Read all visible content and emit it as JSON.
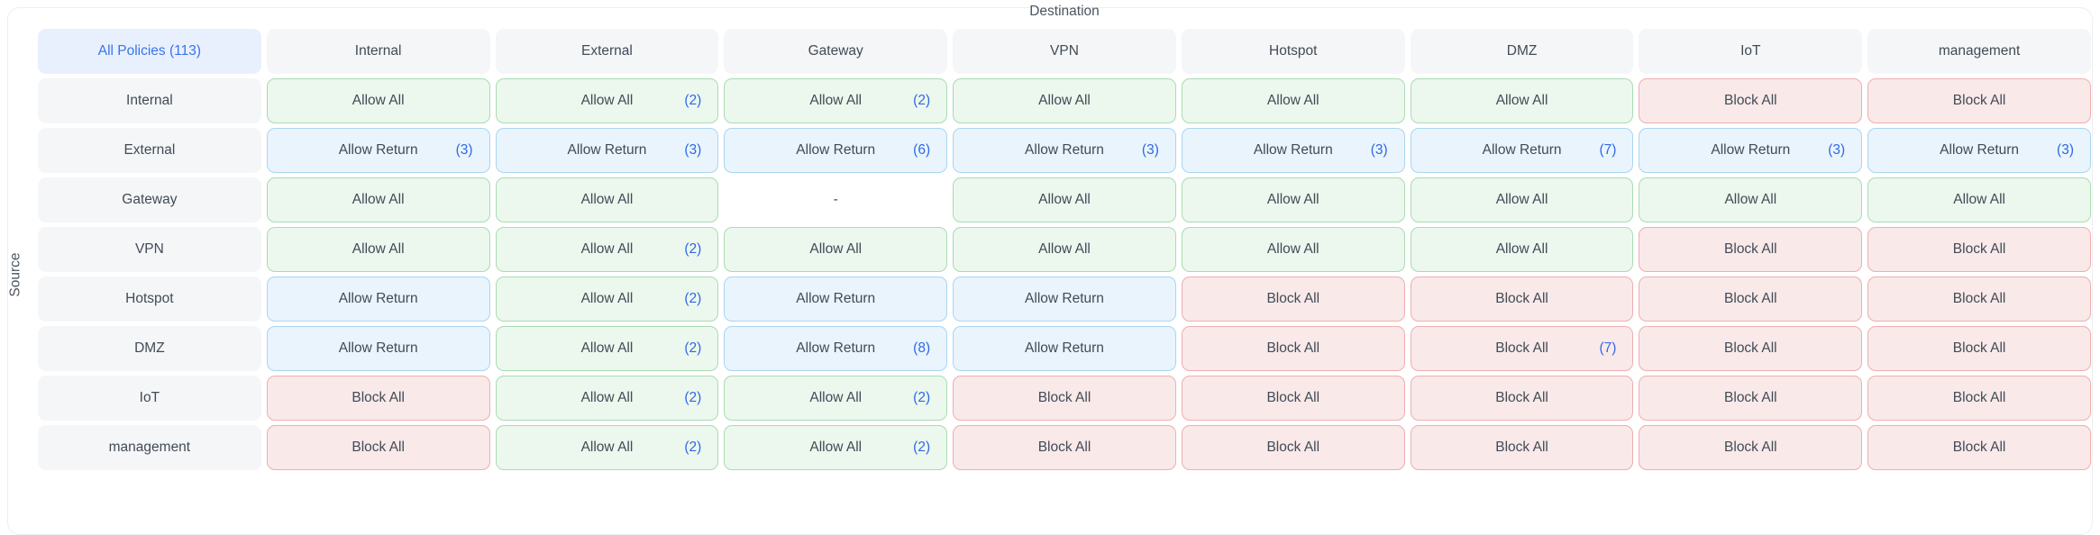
{
  "matrix": {
    "destination_label": "Destination",
    "source_label": "Source",
    "corner_label": "All Policies (113)",
    "columns": [
      "Internal",
      "External",
      "Gateway",
      "VPN",
      "Hotspot",
      "DMZ",
      "IoT",
      "management"
    ],
    "rows": [
      {
        "label": "Internal",
        "cells": [
          {
            "text": "Allow All",
            "count": "",
            "type": "allow"
          },
          {
            "text": "Allow All",
            "count": "(2)",
            "type": "allow"
          },
          {
            "text": "Allow All",
            "count": "(2)",
            "type": "allow"
          },
          {
            "text": "Allow All",
            "count": "",
            "type": "allow"
          },
          {
            "text": "Allow All",
            "count": "",
            "type": "allow"
          },
          {
            "text": "Allow All",
            "count": "",
            "type": "allow"
          },
          {
            "text": "Block All",
            "count": "",
            "type": "block"
          },
          {
            "text": "Block All",
            "count": "",
            "type": "block"
          }
        ]
      },
      {
        "label": "External",
        "cells": [
          {
            "text": "Allow Return",
            "count": "(3)",
            "type": "return"
          },
          {
            "text": "Allow Return",
            "count": "(3)",
            "type": "return"
          },
          {
            "text": "Allow Return",
            "count": "(6)",
            "type": "return"
          },
          {
            "text": "Allow Return",
            "count": "(3)",
            "type": "return"
          },
          {
            "text": "Allow Return",
            "count": "(3)",
            "type": "return"
          },
          {
            "text": "Allow Return",
            "count": "(7)",
            "type": "return"
          },
          {
            "text": "Allow Return",
            "count": "(3)",
            "type": "return"
          },
          {
            "text": "Allow Return",
            "count": "(3)",
            "type": "return"
          }
        ]
      },
      {
        "label": "Gateway",
        "cells": [
          {
            "text": "Allow All",
            "count": "",
            "type": "allow"
          },
          {
            "text": "Allow All",
            "count": "",
            "type": "allow"
          },
          {
            "text": "-",
            "count": "",
            "type": "none"
          },
          {
            "text": "Allow All",
            "count": "",
            "type": "allow"
          },
          {
            "text": "Allow All",
            "count": "",
            "type": "allow"
          },
          {
            "text": "Allow All",
            "count": "",
            "type": "allow"
          },
          {
            "text": "Allow All",
            "count": "",
            "type": "allow"
          },
          {
            "text": "Allow All",
            "count": "",
            "type": "allow"
          }
        ]
      },
      {
        "label": "VPN",
        "cells": [
          {
            "text": "Allow All",
            "count": "",
            "type": "allow"
          },
          {
            "text": "Allow All",
            "count": "(2)",
            "type": "allow"
          },
          {
            "text": "Allow All",
            "count": "",
            "type": "allow"
          },
          {
            "text": "Allow All",
            "count": "",
            "type": "allow"
          },
          {
            "text": "Allow All",
            "count": "",
            "type": "allow"
          },
          {
            "text": "Allow All",
            "count": "",
            "type": "allow"
          },
          {
            "text": "Block All",
            "count": "",
            "type": "block"
          },
          {
            "text": "Block All",
            "count": "",
            "type": "block"
          }
        ]
      },
      {
        "label": "Hotspot",
        "cells": [
          {
            "text": "Allow Return",
            "count": "",
            "type": "return"
          },
          {
            "text": "Allow All",
            "count": "(2)",
            "type": "allow"
          },
          {
            "text": "Allow Return",
            "count": "",
            "type": "return"
          },
          {
            "text": "Allow Return",
            "count": "",
            "type": "return"
          },
          {
            "text": "Block All",
            "count": "",
            "type": "block"
          },
          {
            "text": "Block All",
            "count": "",
            "type": "block"
          },
          {
            "text": "Block All",
            "count": "",
            "type": "block"
          },
          {
            "text": "Block All",
            "count": "",
            "type": "block"
          }
        ]
      },
      {
        "label": "DMZ",
        "cells": [
          {
            "text": "Allow Return",
            "count": "",
            "type": "return"
          },
          {
            "text": "Allow All",
            "count": "(2)",
            "type": "allow"
          },
          {
            "text": "Allow Return",
            "count": "(8)",
            "type": "return"
          },
          {
            "text": "Allow Return",
            "count": "",
            "type": "return"
          },
          {
            "text": "Block All",
            "count": "",
            "type": "block"
          },
          {
            "text": "Block All",
            "count": "(7)",
            "type": "block"
          },
          {
            "text": "Block All",
            "count": "",
            "type": "block"
          },
          {
            "text": "Block All",
            "count": "",
            "type": "block"
          }
        ]
      },
      {
        "label": "IoT",
        "cells": [
          {
            "text": "Block All",
            "count": "",
            "type": "block"
          },
          {
            "text": "Allow All",
            "count": "(2)",
            "type": "allow"
          },
          {
            "text": "Allow All",
            "count": "(2)",
            "type": "allow"
          },
          {
            "text": "Block All",
            "count": "",
            "type": "block"
          },
          {
            "text": "Block All",
            "count": "",
            "type": "block"
          },
          {
            "text": "Block All",
            "count": "",
            "type": "block"
          },
          {
            "text": "Block All",
            "count": "",
            "type": "block"
          },
          {
            "text": "Block All",
            "count": "",
            "type": "block"
          }
        ]
      },
      {
        "label": "management",
        "cells": [
          {
            "text": "Block All",
            "count": "",
            "type": "block"
          },
          {
            "text": "Allow All",
            "count": "(2)",
            "type": "allow"
          },
          {
            "text": "Allow All",
            "count": "(2)",
            "type": "allow"
          },
          {
            "text": "Block All",
            "count": "",
            "type": "block"
          },
          {
            "text": "Block All",
            "count": "",
            "type": "block"
          },
          {
            "text": "Block All",
            "count": "",
            "type": "block"
          },
          {
            "text": "Block All",
            "count": "",
            "type": "block"
          },
          {
            "text": "Block All",
            "count": "",
            "type": "block"
          }
        ]
      }
    ]
  },
  "colors": {
    "allow_bg": "#ecf7ee",
    "allow_border": "#a9dcb1",
    "return_bg": "#e9f4fd",
    "return_border": "#a9d5f2",
    "block_bg": "#f9e9e9",
    "block_border": "#efaeae",
    "header_bg": "#f5f6f8",
    "corner_bg": "#e8f0fd",
    "corner_text": "#3974ea",
    "count_text": "#3069e6",
    "cell_text": "#414b56",
    "label_text": "#4b5560",
    "card_border": "#eceef1"
  }
}
